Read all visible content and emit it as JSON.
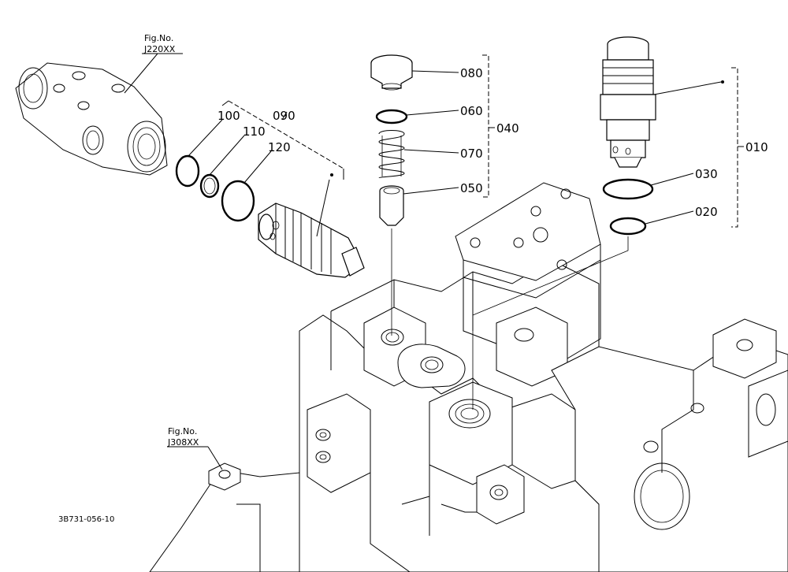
{
  "figure_refs": {
    "top_left": {
      "line1": "Fig.No.",
      "line2": "J220XX"
    },
    "bottom_left": {
      "line1": "Fig.No.",
      "line2": "J308XX"
    }
  },
  "callouts": {
    "p010": "010",
    "p020": "020",
    "p030": "030",
    "p040": "040",
    "p050": "050",
    "p060": "060",
    "p070": "070",
    "p080": "080",
    "p090": "090",
    "p100": "100",
    "p110": "110",
    "p120": "120"
  },
  "drawing_code": "3B731-056-10"
}
